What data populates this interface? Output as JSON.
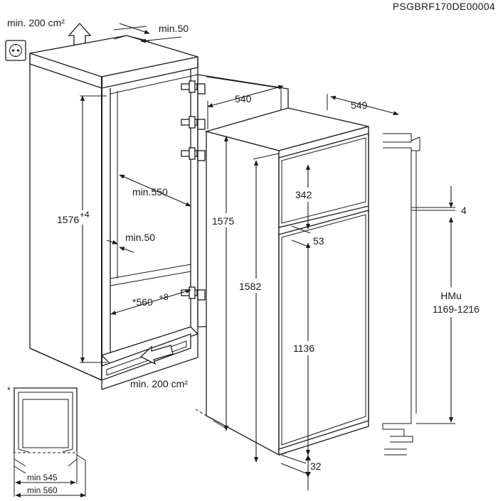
{
  "code": "PSGBRF170DE00004",
  "labels": {
    "vent_top": "min. 200 cm²",
    "gap_top": "min.50",
    "niche_height": "1576",
    "niche_height_tol": "+4",
    "niche_depth": "min.550",
    "gap_side": "min.50",
    "niche_width": "*560",
    "niche_width_tol": "+8",
    "vent_bottom": "min. 200 cm²",
    "appliance_width": "540",
    "appliance_depth": "549",
    "appliance_height": "1575",
    "total_height": "1582",
    "freezer_height": "342",
    "gap_doors": "53",
    "fridge_height": "1136",
    "bottom_gap": "32",
    "rail_gap": "4",
    "hmu_label": "HMu",
    "hmu_range": "1169-1216",
    "inset_star": "*",
    "inset_min_545": "min 545",
    "inset_min_560": "min 560"
  },
  "icons": {
    "socket": "power-socket-icon",
    "air_out": "air-outlet-arrow-icon",
    "air_in": "air-inlet-arrow-icon"
  }
}
